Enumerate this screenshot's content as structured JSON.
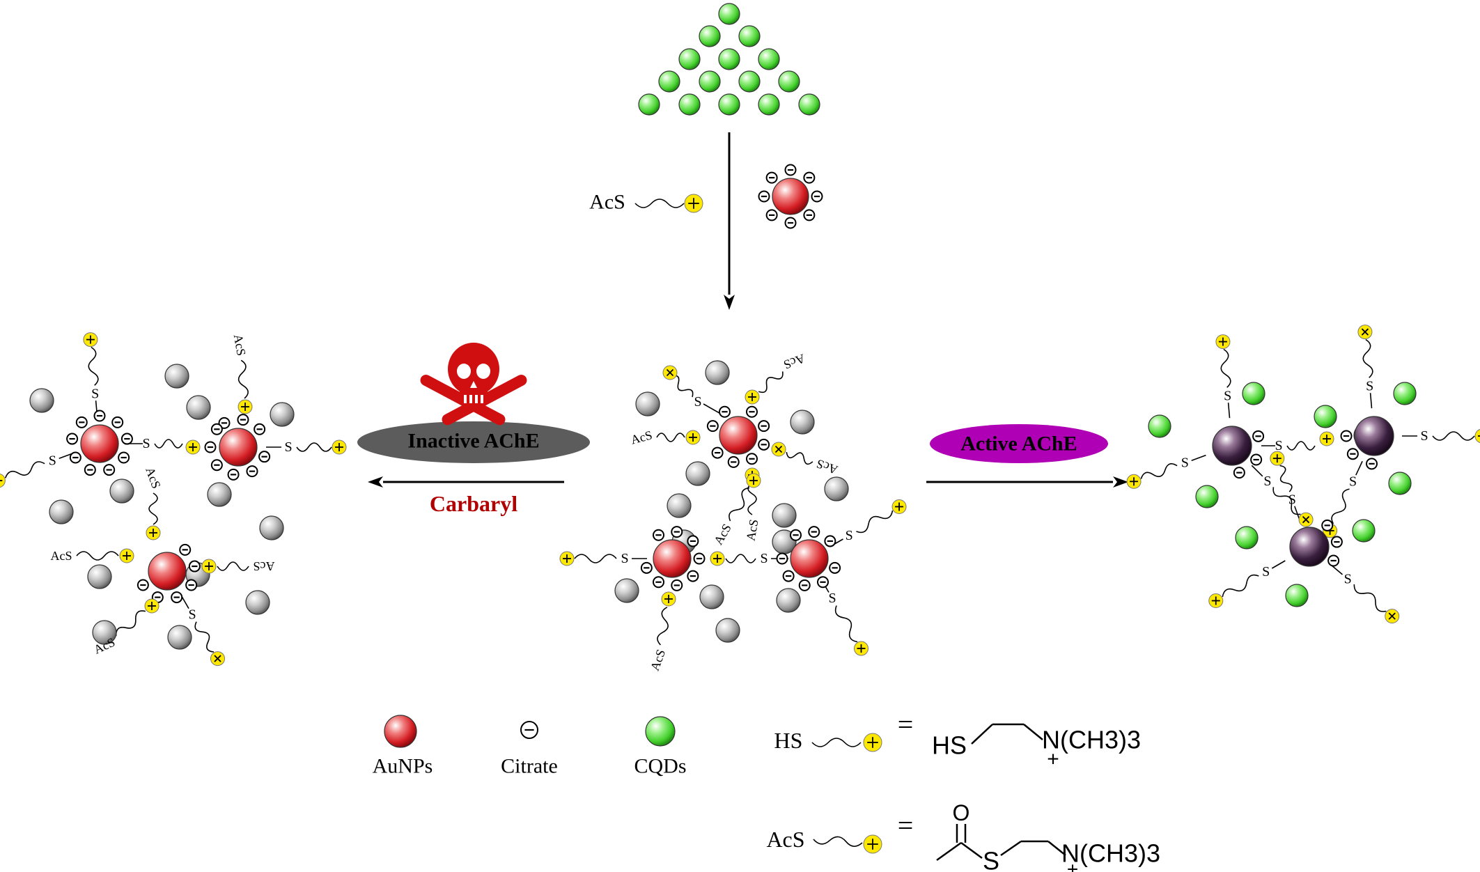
{
  "labels": {
    "acs": "AcS",
    "hs": "HS",
    "s": "S",
    "inactive": "Inactive AChE",
    "active": "Active AChE",
    "carbaryl": "Carbaryl",
    "legend_aunps": "AuNPs",
    "legend_citrate": "Citrate",
    "legend_cqds": "CQDs",
    "eq": "=",
    "hs_formula_hs": "HS",
    "n_group": "N(CH3)3",
    "plus": "+",
    "oxygen": "O",
    "sulfur": "S"
  },
  "colors": {
    "gold_np": "#d41e24",
    "aggregated_np": "#3a1f3f",
    "cqd": "#46d12e",
    "gray_particle": "#9a9a9a",
    "cation": "#ffe800",
    "inactive_ellipse": "#5c5c5c",
    "active_ellipse": "#b000b5",
    "carbaryl_text": "#b00000",
    "skull": "#d01010"
  },
  "icons": {
    "toxin": "skull-crossbones-icon"
  }
}
